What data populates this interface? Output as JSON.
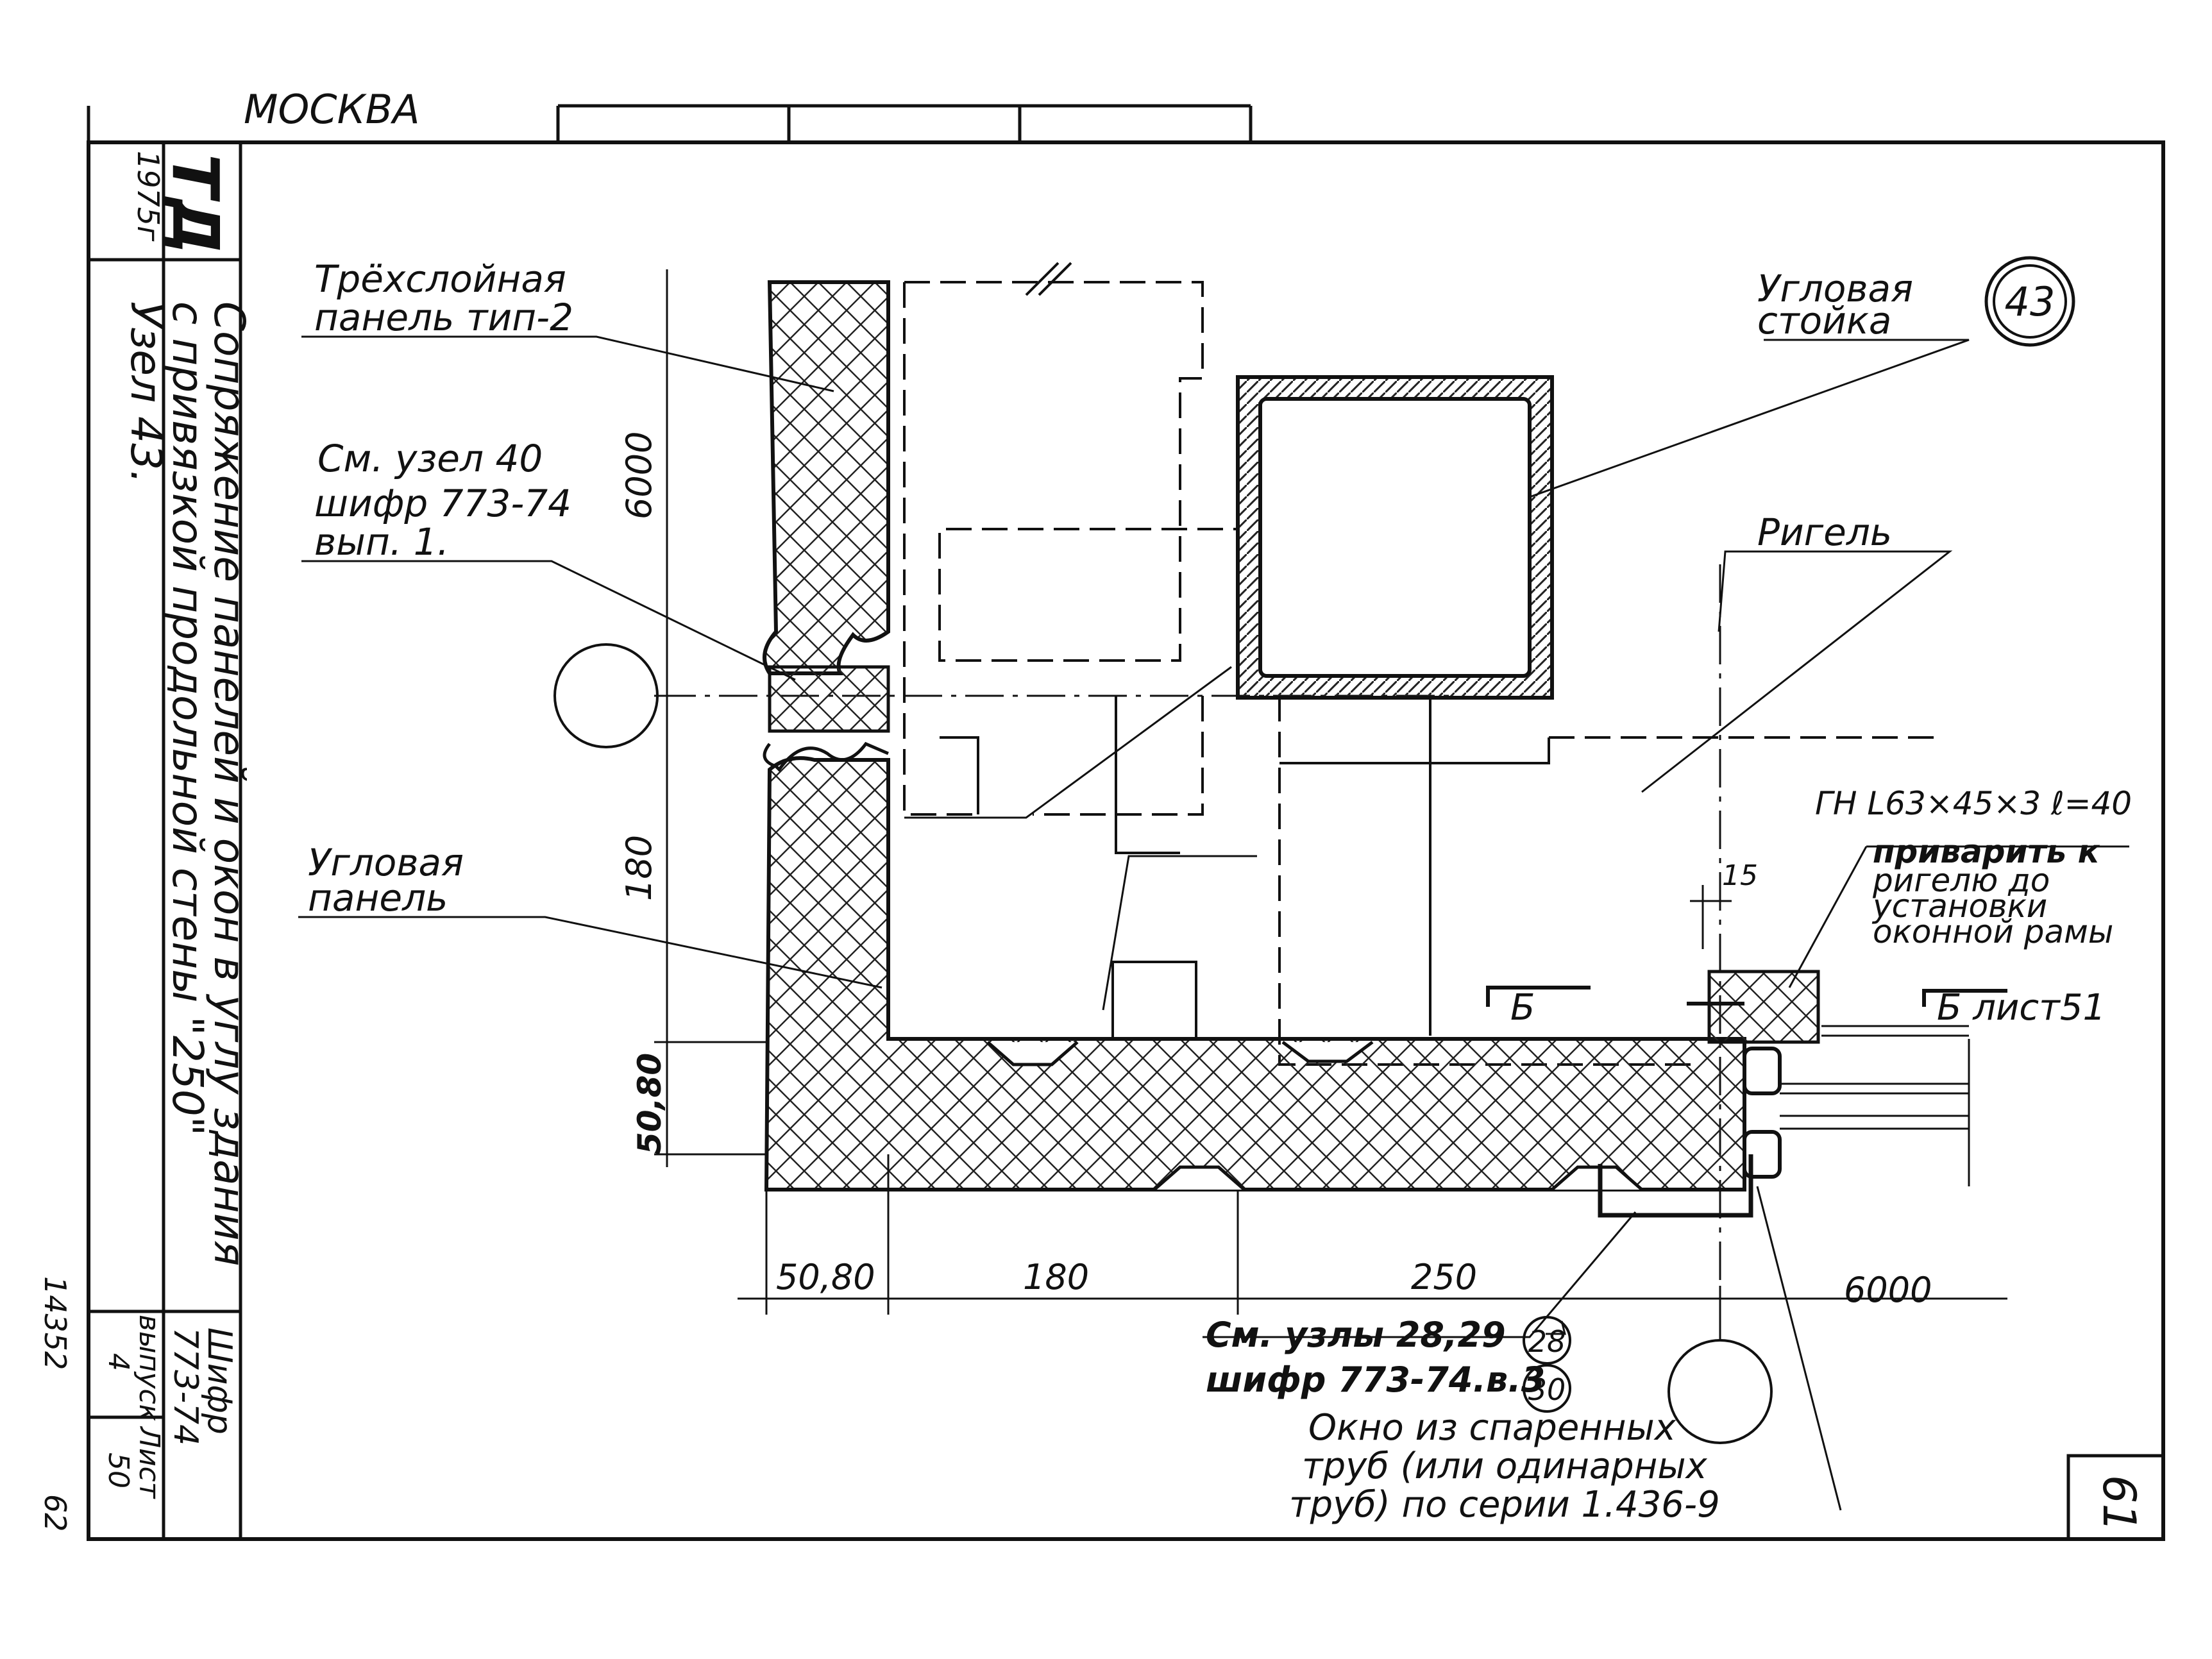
{
  "header": {
    "city_fragment": "МОСКВА"
  },
  "side_stamp": {
    "org": "ТД",
    "year": "1975г",
    "title_line1": "Сопряжение панелей и окон в углу здания",
    "title_line2": "с привязкой продольной стены \"250\"",
    "title_line3": "Узел 43.",
    "code_label": "Шифр",
    "code_value": "773-74",
    "issue_label": "выпуск",
    "issue_value": "4",
    "sheet_label": "Лист",
    "sheet_value": "50"
  },
  "margin_marks": {
    "inventory_number": "14352",
    "lower_mark": "62"
  },
  "sheet": {
    "node_number": "43",
    "page_number": "61"
  },
  "callouts": {
    "three_layer_panel_l1": "Трёхслойная",
    "three_layer_panel_l2": "панель тип-2",
    "ref_node40_l1": "См. узел 40",
    "ref_node40_l2": "шифр 773-74",
    "ref_node40_l3": "вып. 1.",
    "corner_panel_l1": "Угловая",
    "corner_panel_l2": "панель",
    "corner_post_l1": "Угловая",
    "corner_post_l2": "стойка",
    "girder": "Ригель",
    "angle_spec": "ГН L63×45×3 ℓ=40",
    "weld_note_l1": "приварить к",
    "weld_note_l2": "ригелю до",
    "weld_note_l3": "установки",
    "weld_note_l4": "оконной рамы",
    "section_b": "Б",
    "section_b_sheet": "Б лист51",
    "ref_nodes_l1": "См. узлы 28,29",
    "ref_nodes_l2": "шифр 773-74.в.3",
    "ref_node_28": "28",
    "ref_node_30": "30",
    "window_note_l1": "Окно из спаренных",
    "window_note_l2": "труб (или одинарных",
    "window_note_l3": "труб) по серии 1.436-9"
  },
  "dimensions": {
    "v_6000": "6000",
    "v_180": "180",
    "v_50_80": "50,80",
    "h_50_80": "50,80",
    "h_180": "180",
    "h_250": "250",
    "h_6000": "6000",
    "h_15": "15"
  }
}
